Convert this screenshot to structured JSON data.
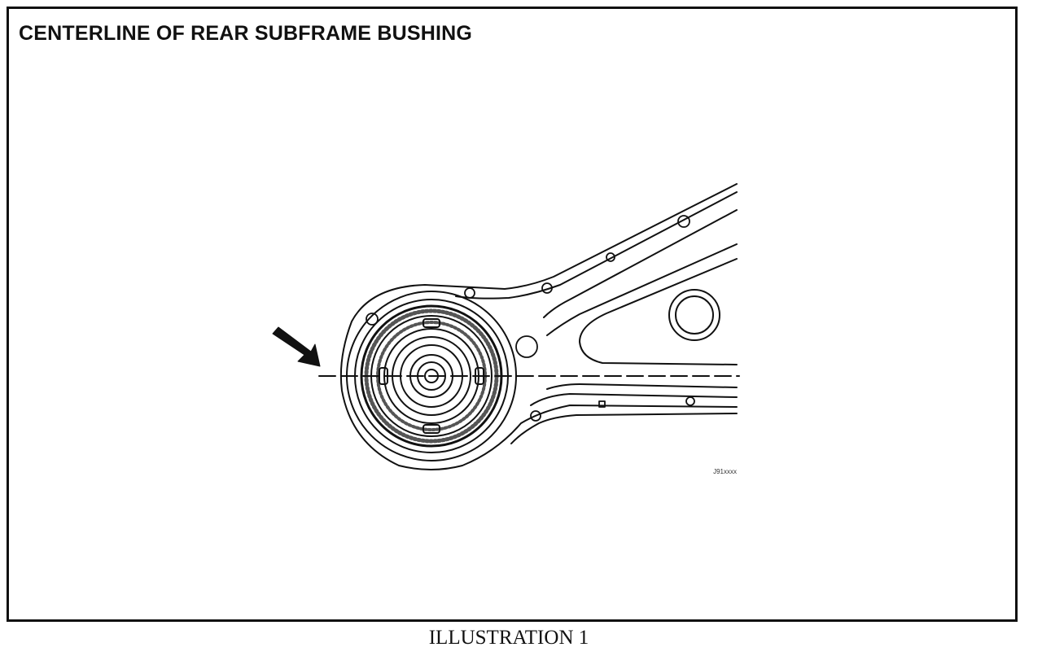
{
  "figure": {
    "title": "CENTERLINE OF REAR SUBFRAME BUSHING",
    "reference_code": "J91xxxx",
    "caption": "ILLUSTRATION 1"
  }
}
